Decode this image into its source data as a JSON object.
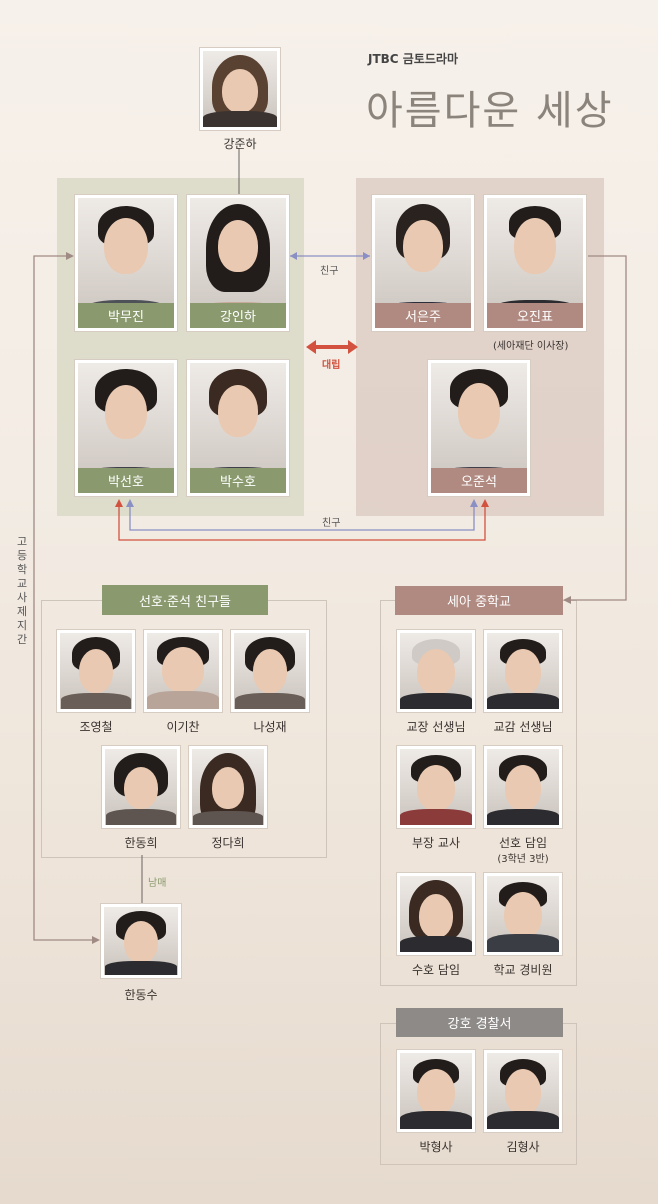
{
  "header": {
    "network": "JTBC 금토드라마",
    "title": "아름다운 세상"
  },
  "top_person": {
    "name": "강준하"
  },
  "park_family": {
    "members": [
      {
        "name": "박무진"
      },
      {
        "name": "강인하"
      },
      {
        "name": "박선호"
      },
      {
        "name": "박수호"
      }
    ]
  },
  "oh_family": {
    "members": [
      {
        "name": "서은주"
      },
      {
        "name": "오진표"
      },
      {
        "name": "오준석"
      }
    ],
    "oh_jinpyo_note": "(세아재단 이사장)"
  },
  "relations": {
    "friend_parents": "친구",
    "conflict": "대립",
    "friend_sons": "친구",
    "siblings": "남매",
    "school_incident": "고등학교 사제지간"
  },
  "friends_group": {
    "title": "선호·준석 친구들",
    "members": [
      {
        "name": "조영철"
      },
      {
        "name": "이기찬"
      },
      {
        "name": "나성재"
      },
      {
        "name": "한동희"
      },
      {
        "name": "정다희"
      }
    ]
  },
  "han_dongsu": {
    "name": "한동수"
  },
  "school_group": {
    "title": "세아 중학교",
    "members": [
      {
        "name": "교장 선생님"
      },
      {
        "name": "교감 선생님"
      },
      {
        "name": "부장 교사"
      },
      {
        "name": "선호 담임",
        "note": "(3학년 3반)"
      },
      {
        "name": "수호 담임"
      },
      {
        "name": "학교 경비원"
      }
    ]
  },
  "police_group": {
    "title": "강호 경찰서",
    "members": [
      {
        "name": "박형사"
      },
      {
        "name": "김형사"
      }
    ]
  },
  "colors": {
    "green_label": "#8a9a6e",
    "rose_label": "#b08a80",
    "police_label": "#8e8a88",
    "friend_line": "#8a8fc4",
    "conflict_arrow": "#d2523f",
    "relation_line": "#a08a84"
  }
}
